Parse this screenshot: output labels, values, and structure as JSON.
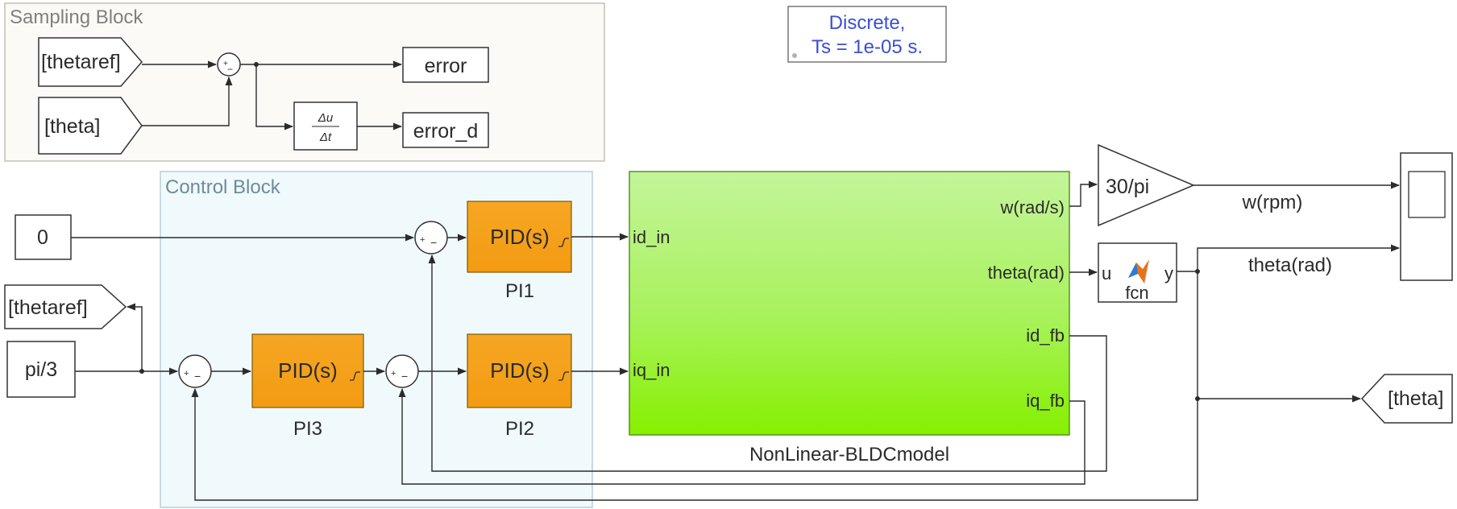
{
  "areas": {
    "sampling": "Sampling Block",
    "control": "Control Block"
  },
  "solver": {
    "line1": "Discrete,",
    "line2": "Ts = 1e-05 s."
  },
  "sampling_block": {
    "from_thetaref": "[thetaref]",
    "from_theta": "[theta]",
    "derivative_num": "Δu",
    "derivative_den": "Δt",
    "out_error": "error",
    "out_error_d": "error_d"
  },
  "sources": {
    "const_zero": "0",
    "const_pi3": "pi/3",
    "goto_thetaref": "[thetaref]"
  },
  "controllers": {
    "pid_text": "PID(s)",
    "pi1": "PI1",
    "pi2": "PI2",
    "pi3": "PI3"
  },
  "sum_signs": {
    "plus": "+",
    "minus": "−"
  },
  "model": {
    "name": "NonLinear-BLDCmodel",
    "in_id": "id_in",
    "in_iq": "iq_in",
    "out_w": "w(rad/s)",
    "out_theta": "theta(rad)",
    "out_id_fb": "id_fb",
    "out_iq_fb": "iq_fb"
  },
  "outputs": {
    "gain": "30/pi",
    "fcn_name": "fcn",
    "fcn_in": "u",
    "fcn_out": "y",
    "sig_w_rpm": "w(rpm)",
    "sig_theta_rad": "theta(rad)",
    "goto_theta": "[theta]"
  },
  "colors": {
    "pid_orange": "#f5a21b",
    "model_green_top": "#c4f49a",
    "model_green_bottom": "#86f000",
    "solver_text": "#3a4fd4",
    "area_label": "#808080",
    "control_area_label": "#6f8b99"
  }
}
